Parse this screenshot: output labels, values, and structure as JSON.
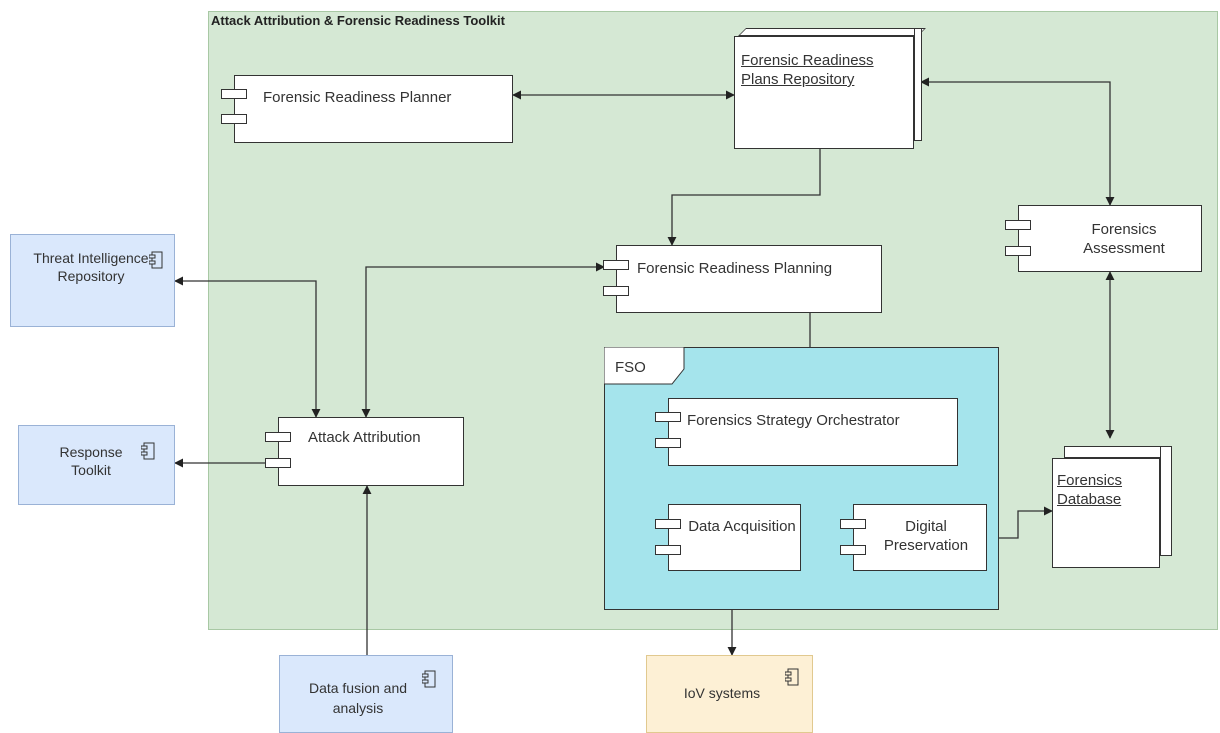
{
  "toolkit": {
    "title": "Attack Attribution & Forensic Readiness Toolkit"
  },
  "components": {
    "planner": "Forensic Readiness Planner",
    "plans_repo": "Forensic Readiness Plans Repository",
    "assessment": "Forensics Assessment",
    "planning": "Forensic Readiness Planning",
    "attribution": "Attack Attribution",
    "orchestrator": "Forensics Strategy Orchestrator",
    "acquisition": "Data Acquisition",
    "preservation": "Digital Preservation",
    "database": "Forensics Database"
  },
  "fso": {
    "label": "FSO"
  },
  "external": {
    "threat_intel": "Threat Intelligence Repository",
    "response": "Response Toolkit",
    "data_fusion": "Data fusion and analysis",
    "iov": "IoV systems"
  },
  "colors": {
    "toolkit_bg": "#d5e8d4",
    "fso_bg": "#a5e4ec",
    "external_blue": "#dae8fc",
    "external_yellow": "#fdf0d5"
  }
}
